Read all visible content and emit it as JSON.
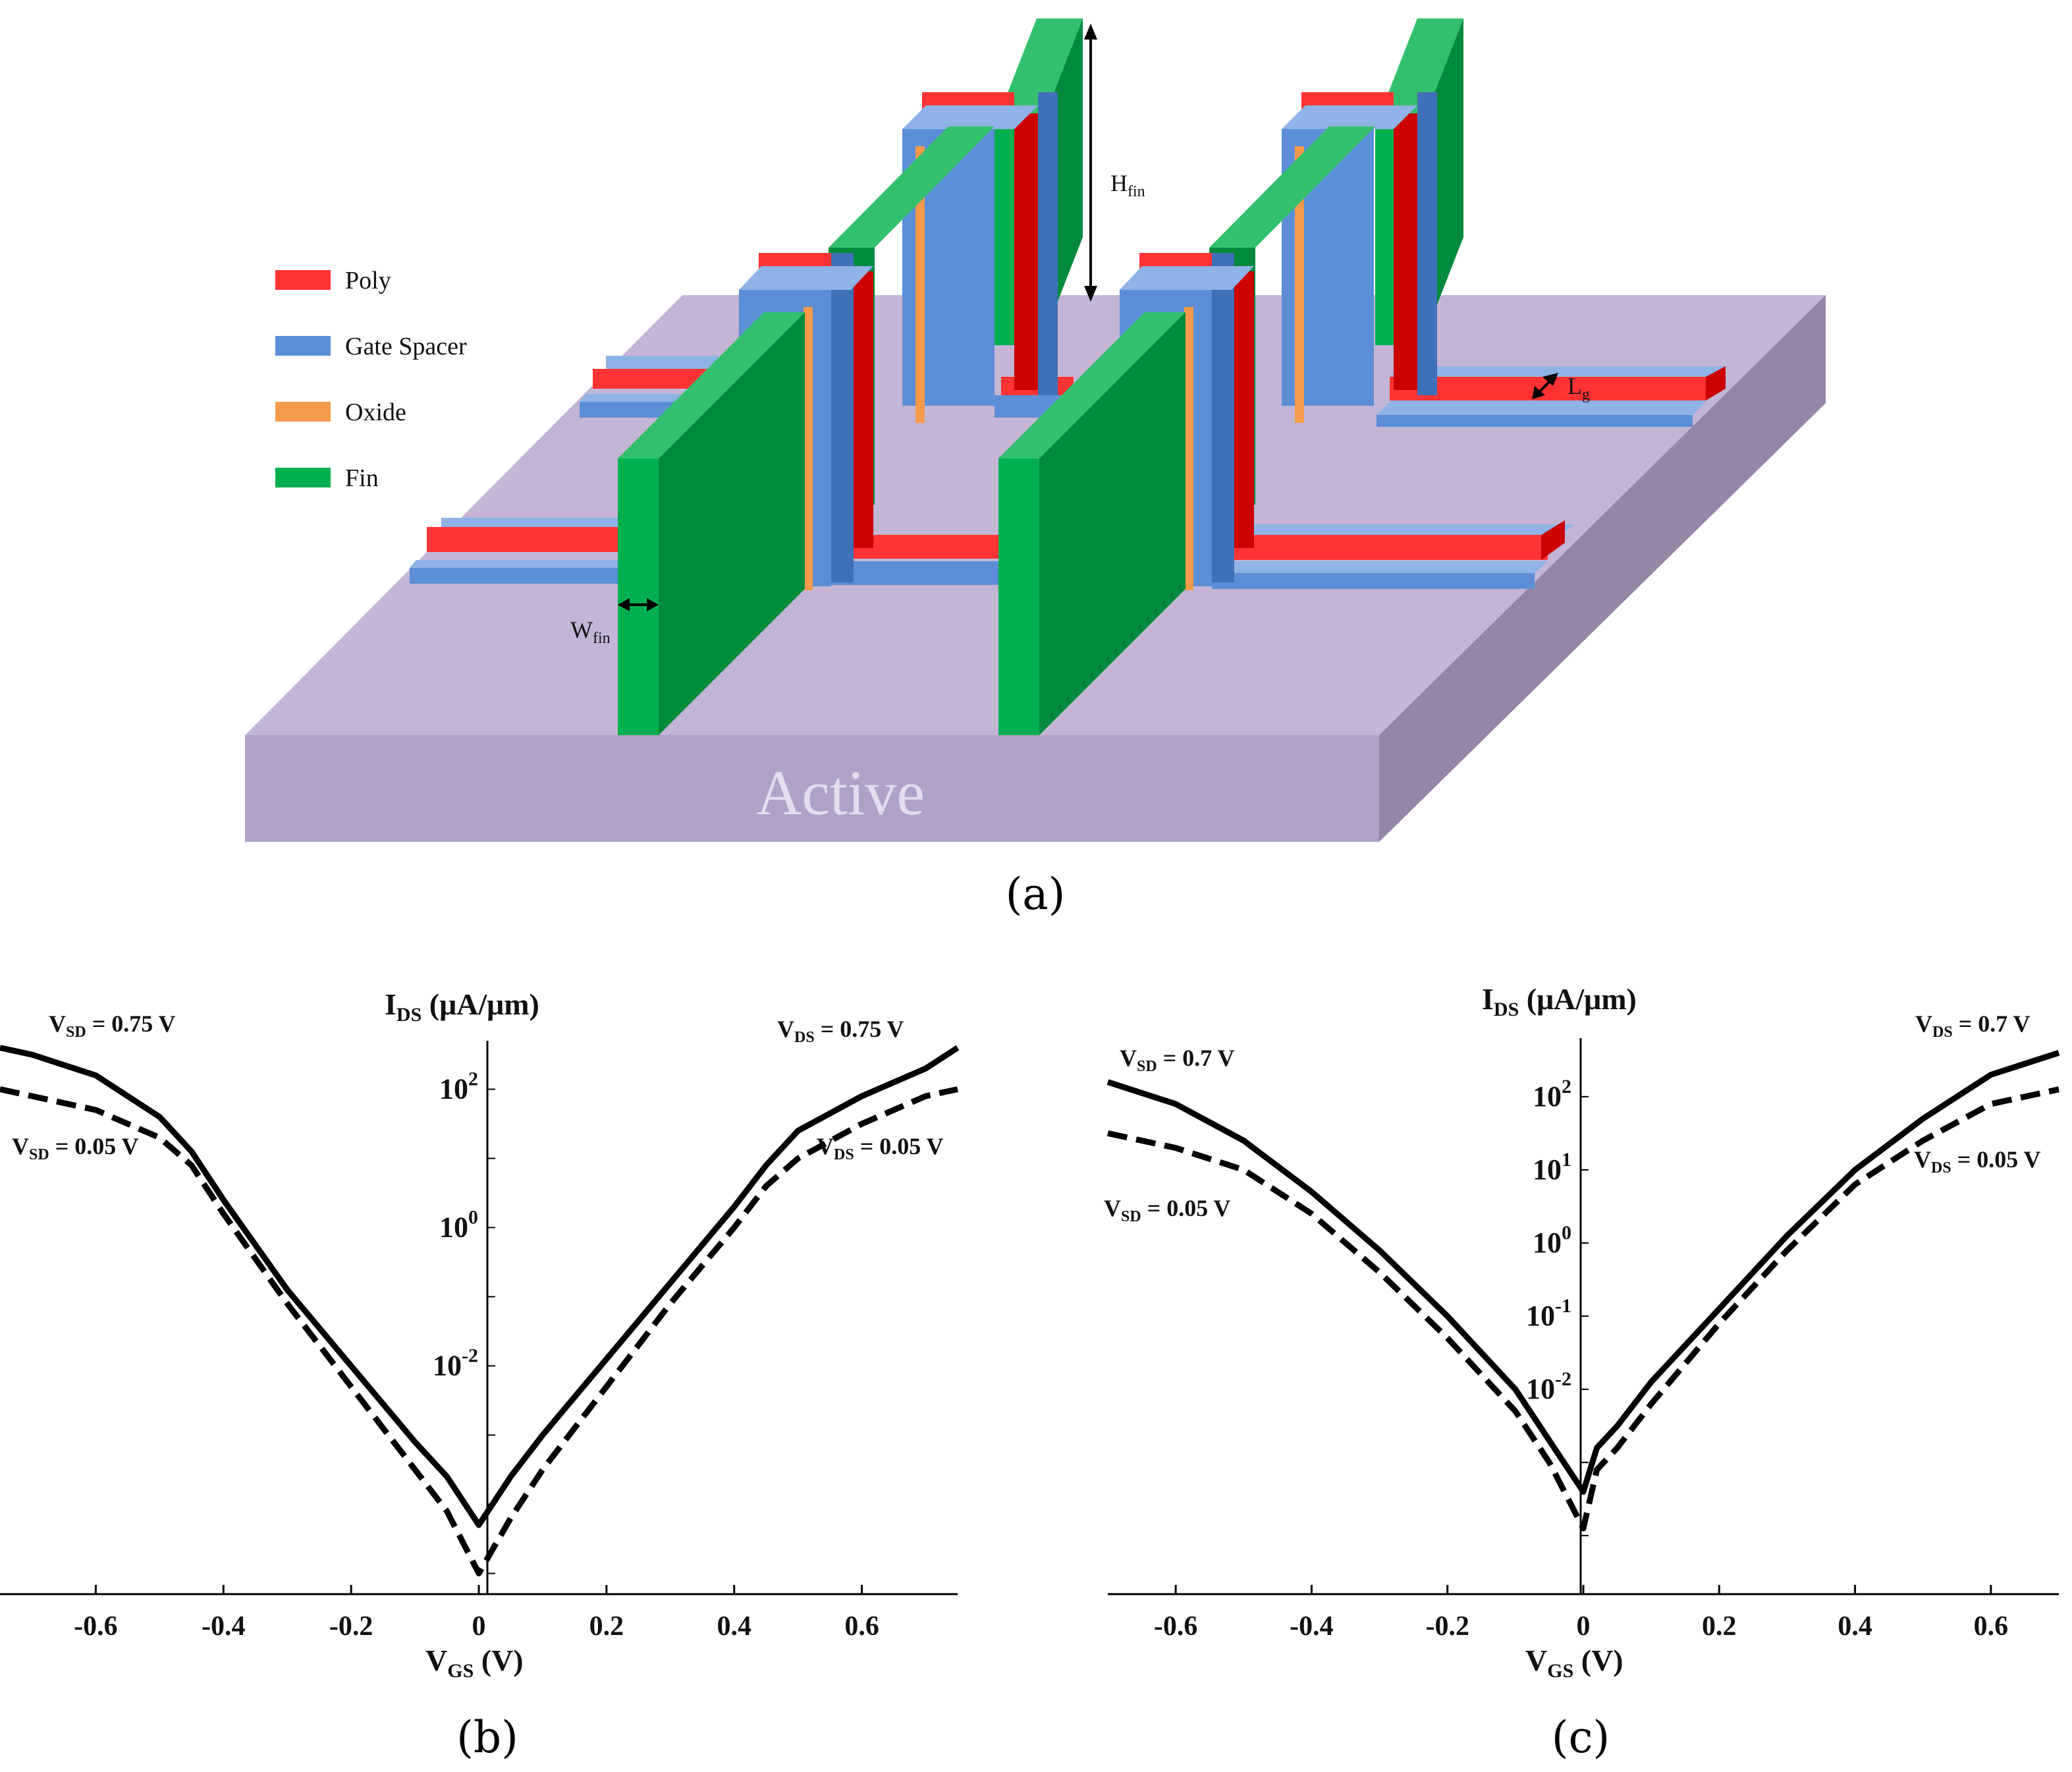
{
  "panel_a": {
    "caption": "(a)",
    "legend": [
      {
        "label": "Poly",
        "color": "#ff3333"
      },
      {
        "label": "Gate Spacer",
        "color": "#5b8ed6"
      },
      {
        "label": "Oxide",
        "color": "#f59a4a"
      },
      {
        "label": "Fin",
        "color": "#00b050"
      }
    ],
    "substrate_label": "Active",
    "dim_hfin": {
      "main": "H",
      "sub": "fin"
    },
    "dim_wfin": {
      "main": "W",
      "sub": "fin"
    },
    "dim_lg": {
      "main": "L",
      "sub": "g"
    },
    "colors": {
      "substrate_top": "#c3b5d6",
      "substrate_front": "#b0a2c7",
      "substrate_side": "#9585a6",
      "fin_front": "#00b050",
      "fin_side": "#008a3e",
      "fin_top": "#33c06e",
      "poly": "#ff3333",
      "poly_dark": "#cc0000",
      "spacer": "#5b8ed6",
      "spacer_dark": "#3f70b8",
      "oxide": "#f59a4a"
    }
  },
  "chart_data": [
    {
      "panel": "(b)",
      "type": "line",
      "ylabel": {
        "main": "I",
        "sub": "DS",
        "unit": "(μA/μm)"
      },
      "xlabel": {
        "main": "V",
        "sub": "GS",
        "unit": "(V)"
      },
      "xlim": [
        -0.75,
        0.75
      ],
      "ylog": true,
      "ylim_log10": [
        -5.3,
        2.7
      ],
      "xticks": [
        {
          "v": -0.6,
          "t": "-0.6"
        },
        {
          "v": -0.4,
          "t": "-0.4"
        },
        {
          "v": -0.2,
          "t": "-0.2"
        },
        {
          "v": 0,
          "t": "0"
        },
        {
          "v": 0.2,
          "t": "0.2"
        },
        {
          "v": 0.4,
          "t": "0.4"
        },
        {
          "v": 0.6,
          "t": "0.6"
        }
      ],
      "yticks": [
        {
          "exp": 2,
          "base": "10",
          "sup": "2"
        },
        {
          "exp": 0,
          "base": "10",
          "sup": "0"
        },
        {
          "exp": -2,
          "base": "10",
          "sup": "-2"
        }
      ],
      "series": [
        {
          "style": "solid",
          "x": [
            -0.75,
            -0.7,
            -0.6,
            -0.5,
            -0.45,
            -0.4,
            -0.3,
            -0.2,
            -0.1,
            -0.05,
            0,
            0.05,
            0.1,
            0.2,
            0.3,
            0.4,
            0.45,
            0.5,
            0.6,
            0.7,
            0.75
          ],
          "log10y": [
            2.6,
            2.5,
            2.2,
            1.6,
            1.1,
            0.4,
            -0.9,
            -2.0,
            -3.1,
            -3.6,
            -4.3,
            -3.6,
            -3.0,
            -1.9,
            -0.8,
            0.3,
            0.9,
            1.4,
            1.9,
            2.3,
            2.6
          ]
        },
        {
          "style": "dashed",
          "x": [
            -0.75,
            -0.7,
            -0.6,
            -0.5,
            -0.45,
            -0.4,
            -0.3,
            -0.2,
            -0.1,
            -0.05,
            0,
            0.05,
            0.1,
            0.2,
            0.3,
            0.4,
            0.45,
            0.5,
            0.6,
            0.7,
            0.75
          ],
          "log10y": [
            2.0,
            1.9,
            1.7,
            1.3,
            0.9,
            0.2,
            -1.1,
            -2.3,
            -3.5,
            -4.1,
            -5.0,
            -4.2,
            -3.5,
            -2.3,
            -1.1,
            0.0,
            0.6,
            1.0,
            1.5,
            1.9,
            2.0
          ]
        }
      ],
      "annotations": [
        {
          "main": "V",
          "sub": "SD",
          "text": " = 0.75 V"
        },
        {
          "main": "V",
          "sub": "SD",
          "text": " = 0.05 V"
        },
        {
          "main": "V",
          "sub": "DS",
          "text": " = 0.75 V"
        },
        {
          "main": "V",
          "sub": "DS",
          "text": " = 0.05 V"
        }
      ]
    },
    {
      "panel": "(c)",
      "type": "line",
      "ylabel": {
        "main": "I",
        "sub": "DS",
        "unit": "(μA/μm)"
      },
      "xlabel": {
        "main": "V",
        "sub": "GS",
        "unit": "(V)"
      },
      "xlim": [
        -0.7,
        0.7
      ],
      "ylog": true,
      "ylim_log10": [
        -4.8,
        2.8
      ],
      "xticks": [
        {
          "v": -0.6,
          "t": "-0.6"
        },
        {
          "v": -0.4,
          "t": "-0.4"
        },
        {
          "v": -0.2,
          "t": "-0.2"
        },
        {
          "v": 0,
          "t": "0"
        },
        {
          "v": 0.2,
          "t": "0.2"
        },
        {
          "v": 0.4,
          "t": "0.4"
        },
        {
          "v": 0.6,
          "t": "0.6"
        }
      ],
      "yticks": [
        {
          "exp": 2,
          "base": "10",
          "sup": "2"
        },
        {
          "exp": 1,
          "base": "10",
          "sup": "1"
        },
        {
          "exp": 0,
          "base": "10",
          "sup": "0"
        },
        {
          "exp": -1,
          "base": "10",
          "sup": "-1"
        },
        {
          "exp": -2,
          "base": "10",
          "sup": "-2"
        }
      ],
      "series": [
        {
          "style": "solid",
          "x": [
            -0.7,
            -0.6,
            -0.5,
            -0.4,
            -0.3,
            -0.2,
            -0.1,
            -0.05,
            0,
            0.02,
            0.05,
            0.1,
            0.2,
            0.3,
            0.4,
            0.5,
            0.6,
            0.7
          ],
          "log10y": [
            2.2,
            1.9,
            1.4,
            0.7,
            -0.1,
            -1.0,
            -2.0,
            -2.7,
            -3.4,
            -2.8,
            -2.5,
            -1.9,
            -0.9,
            0.1,
            1.0,
            1.7,
            2.3,
            2.6
          ]
        },
        {
          "style": "dashed",
          "x": [
            -0.7,
            -0.6,
            -0.5,
            -0.4,
            -0.3,
            -0.2,
            -0.1,
            -0.05,
            0,
            0.02,
            0.05,
            0.1,
            0.2,
            0.3,
            0.4,
            0.5,
            0.6,
            0.7
          ],
          "log10y": [
            1.5,
            1.3,
            1.0,
            0.4,
            -0.4,
            -1.3,
            -2.3,
            -3.0,
            -3.9,
            -3.1,
            -2.8,
            -2.2,
            -1.1,
            -0.1,
            0.8,
            1.4,
            1.9,
            2.1
          ]
        }
      ],
      "annotations": [
        {
          "main": "V",
          "sub": "SD",
          "text": " = 0.7 V"
        },
        {
          "main": "V",
          "sub": "SD",
          "text": " = 0.05 V"
        },
        {
          "main": "V",
          "sub": "DS",
          "text": " = 0.7 V"
        },
        {
          "main": "V",
          "sub": "DS",
          "text": " = 0.05 V"
        }
      ]
    }
  ]
}
